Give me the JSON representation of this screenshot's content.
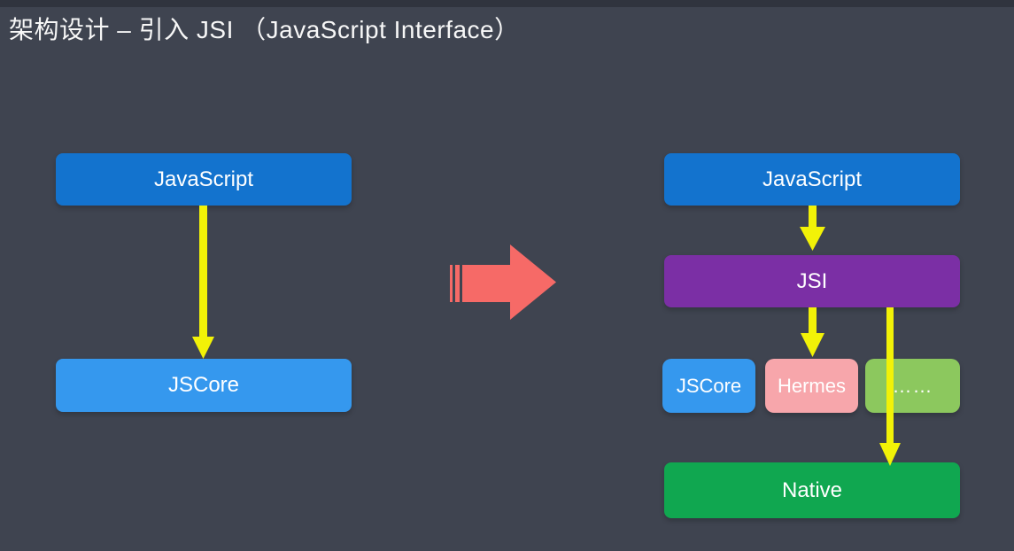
{
  "title": "架构设计 – 引入 JSI （JavaScript Interface）",
  "colors": {
    "background": "#3F4450",
    "top_strip": "#30343E",
    "box_blue": "#1373CE",
    "box_light_blue": "#3598EE",
    "box_purple": "#7B2FA5",
    "box_pink": "#F7A6AB",
    "box_light_green": "#8CC85E",
    "box_green": "#10A750",
    "arrow_yellow": "#F2F207",
    "arrow_red": "#F66A67"
  },
  "before": {
    "javascript_label": "JavaScript",
    "jscore_label": "JSCore"
  },
  "after": {
    "javascript_label": "JavaScript",
    "jsi_label": "JSI",
    "jscore_label": "JSCore",
    "hermes_label": "Hermes",
    "others_label": "……",
    "native_label": "Native"
  }
}
